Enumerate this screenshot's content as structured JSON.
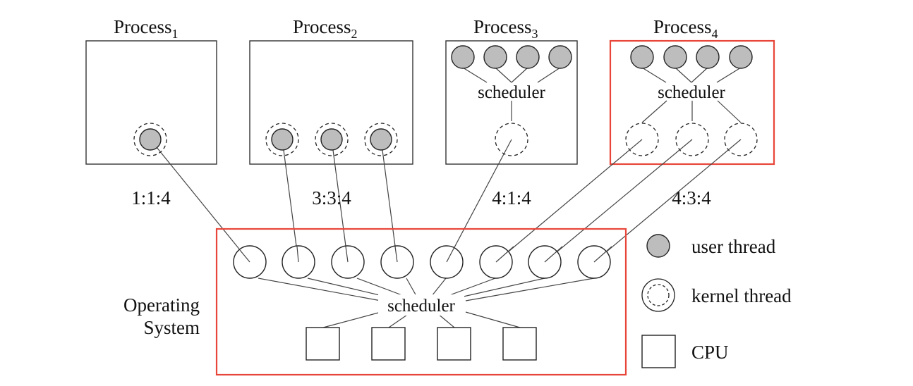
{
  "processes": [
    {
      "name": "Process",
      "sub": "1",
      "ratio": "1:1:4",
      "highlighted": false
    },
    {
      "name": "Process",
      "sub": "2",
      "ratio": "3:3:4",
      "highlighted": false
    },
    {
      "name": "Process",
      "sub": "3",
      "ratio": "4:1:4",
      "highlighted": false,
      "scheduler": "scheduler"
    },
    {
      "name": "Process",
      "sub": "4",
      "ratio": "4:3:4",
      "highlighted": true,
      "scheduler": "scheduler"
    }
  ],
  "os": {
    "label_line1": "Operating",
    "label_line2": "System",
    "scheduler": "scheduler",
    "kernel_threads": 8,
    "cpus": 4
  },
  "legend": {
    "user_thread": "user thread",
    "kernel_thread": "kernel thread",
    "cpu": "CPU"
  },
  "colors": {
    "highlight": "#e8463a",
    "user_thread_fill": "#bdbdbd"
  }
}
